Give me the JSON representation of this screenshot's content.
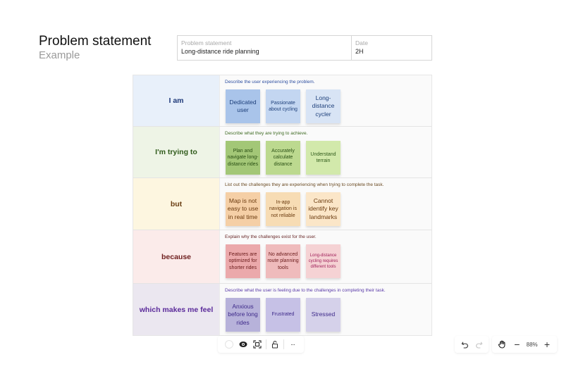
{
  "page": {
    "title": "Problem statement",
    "subtitle": "Example"
  },
  "header": {
    "statement_label": "Problem statement",
    "statement_value": "Long-distance ride planning",
    "date_label": "Date",
    "date_value": "2H"
  },
  "rows": [
    {
      "label": "I am",
      "description": "Describe the user experiencing the problem.",
      "colors": {
        "label_bg": "#e8f0fa",
        "label_text": "#1f3a7a",
        "desc_text": "#2e4fa0"
      },
      "notes": [
        {
          "text": "Dedicated user",
          "bg": "#a9c4ea",
          "color": "#1d3f7a",
          "size": "l"
        },
        {
          "text": "Passionate about cycling",
          "bg": "#c3d6f1",
          "color": "#1d3f7a",
          "size": "m"
        },
        {
          "text": "Long-distance cycler",
          "bg": "#d8e4f5",
          "color": "#1d3f7a",
          "size": "l"
        }
      ]
    },
    {
      "label": "I'm trying to",
      "description": "Describe what they are trying to achieve.",
      "colors": {
        "label_bg": "#eef4e6",
        "label_text": "#2f5a1a",
        "desc_text": "#3e6a22"
      },
      "notes": [
        {
          "text": "Plan and navigate long-distance rides",
          "bg": "#a3c777",
          "color": "#274d12",
          "size": "m"
        },
        {
          "text": "Accurately calculate distance",
          "bg": "#bcd98f",
          "color": "#274d12",
          "size": "m"
        },
        {
          "text": "Understand terrain",
          "bg": "#d2e9ab",
          "color": "#2f5a1a",
          "size": "m"
        }
      ]
    },
    {
      "label": "but",
      "description": "List out the challenges they are experiencing when trying to complete the task.",
      "colors": {
        "label_bg": "#fdf6e0",
        "label_text": "#6a3e12",
        "desc_text": "#6a4a22"
      },
      "notes": [
        {
          "text": "Map is not easy to use in real time",
          "bg": "#f5cfa6",
          "color": "#6a3a0e",
          "size": "l"
        },
        {
          "text": "In-app navigation is not reliable",
          "bg": "#f7dcb4",
          "color": "#6a3a0e",
          "size": "m"
        },
        {
          "text": "Cannot identify key landmarks",
          "bg": "#fbe6c8",
          "color": "#6a3a0e",
          "size": "l"
        }
      ]
    },
    {
      "label": "because",
      "description": "Explain why the challenges exist for the user.",
      "colors": {
        "label_bg": "#fbebea",
        "label_text": "#6e1e1e",
        "desc_text": "#6a2a2a"
      },
      "notes": [
        {
          "text": "Features are optimized for shorter rides",
          "bg": "#eba9ab",
          "color": "#6a1a1a",
          "size": "m"
        },
        {
          "text": "No advanced route planning tools",
          "bg": "#efbbbc",
          "color": "#6a1a1a",
          "size": "m"
        },
        {
          "text": "Long-distance cycling requires different tools",
          "bg": "#f5d2d4",
          "color": "#a0205a",
          "size": "s"
        }
      ]
    },
    {
      "label": "which makes me feel",
      "description": "Describe what the user is feeling due to the challenges in completing their task.",
      "colors": {
        "label_bg": "#ebe7f0",
        "label_text": "#5a2a9a",
        "desc_text": "#5a3aa8"
      },
      "notes": [
        {
          "text": "Anxious before long rides",
          "bg": "#b7b2da",
          "color": "#3e2a8a",
          "size": "l"
        },
        {
          "text": "Frustrated",
          "bg": "#c6c1e6",
          "color": "#3e2a8a",
          "size": "m"
        },
        {
          "text": "Stressed",
          "bg": "#d5d1ea",
          "color": "#3e2a8a",
          "size": "l"
        }
      ]
    }
  ],
  "toolbar_left": {
    "items": [
      "color-swatch",
      "visibility",
      "fit-frame",
      "lock",
      "more"
    ],
    "more_label": "···"
  },
  "toolbar_right": {
    "zoom_level": "88%",
    "zoom_out_label": "−",
    "zoom_in_label": "+"
  }
}
